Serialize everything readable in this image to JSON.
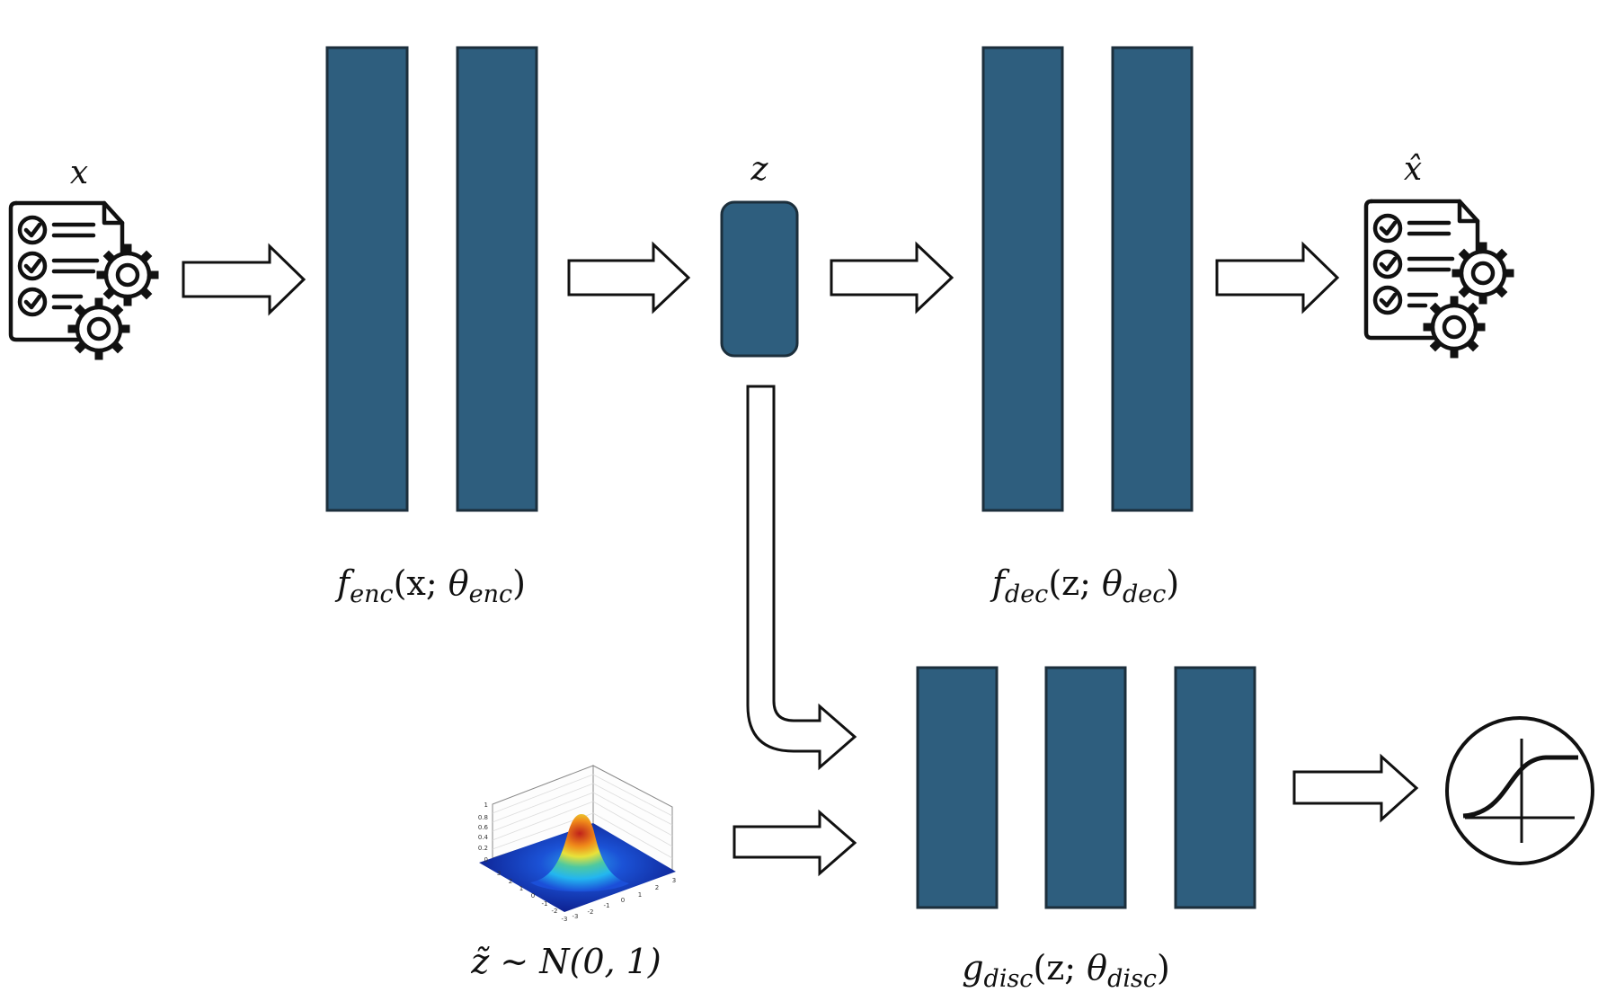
{
  "labels": {
    "input": "x",
    "latent": "z",
    "output": "x̂",
    "encoder": {
      "f": "f",
      "sub": "enc",
      "args_open": "(x; ",
      "theta": "θ",
      "theta_sub": "enc",
      "args_close": ")"
    },
    "decoder": {
      "f": "f",
      "sub": "dec",
      "args_open": "(z; ",
      "theta": "θ",
      "theta_sub": "dec",
      "args_close": ")"
    },
    "discriminator": {
      "f": "g",
      "sub": "disc",
      "args_open": "(z; ",
      "theta": "θ",
      "theta_sub": "disc",
      "args_close": ")"
    },
    "prior": "z̃ ∼ N(0, 1)"
  },
  "gaussian_plot": {
    "z_ticks": [
      "1",
      "0.8",
      "0.6",
      "0.4",
      "0.2",
      "0"
    ],
    "x_ticks": [
      "3",
      "2",
      "1",
      "0",
      "-1",
      "-2",
      "-3"
    ],
    "y_ticks": [
      "-3",
      "-2",
      "-1",
      "0",
      "1",
      "2",
      "3"
    ]
  },
  "icons": {
    "input_doc": "checklist-gear-icon",
    "output_doc": "checklist-gear-icon",
    "sigmoid": "sigmoid-icon"
  },
  "colors": {
    "layer_fill": "#2e5e7e",
    "layer_stroke": "#1c2f3c"
  }
}
